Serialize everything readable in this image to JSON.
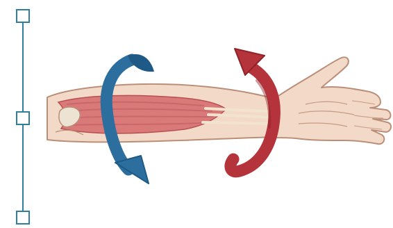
{
  "image": {
    "description_free": true
  },
  "colors": {
    "background": "#ffffff",
    "selection_line": "#2f7f9a",
    "handle_fill": "#ffffff",
    "handle_stroke": "#2f7f9a",
    "skin": "#f3d9c7",
    "skin_outline": "#b98f79",
    "muscle": "#d97a78",
    "muscle_dark": "#b74e53",
    "muscle_line": "#c9676c",
    "tendon": "#f2e3cf",
    "bone": "#ece3d3",
    "blue_arrow": "#2c6f9f",
    "blue_arrow_dark": "#1f5a86",
    "red_arrow": "#b5343b",
    "red_arrow_dark": "#8f2328"
  },
  "elements": {
    "selection_handles": {
      "count": 3
    },
    "rotation_arrows": {
      "left": "pronation-arrow",
      "right": "supination-arrow"
    }
  }
}
